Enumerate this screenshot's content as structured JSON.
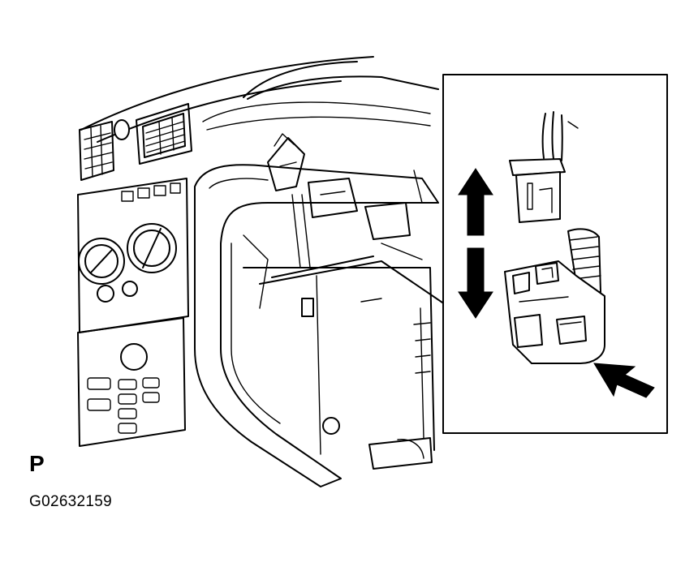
{
  "figure": {
    "view_letter": "P",
    "figure_id": "G02632159"
  },
  "colors": {
    "ink": "#000000",
    "paper": "#ffffff"
  },
  "arrows": {
    "disconnect_direction": "up-down",
    "release_tab_pointer": "lower-right"
  }
}
